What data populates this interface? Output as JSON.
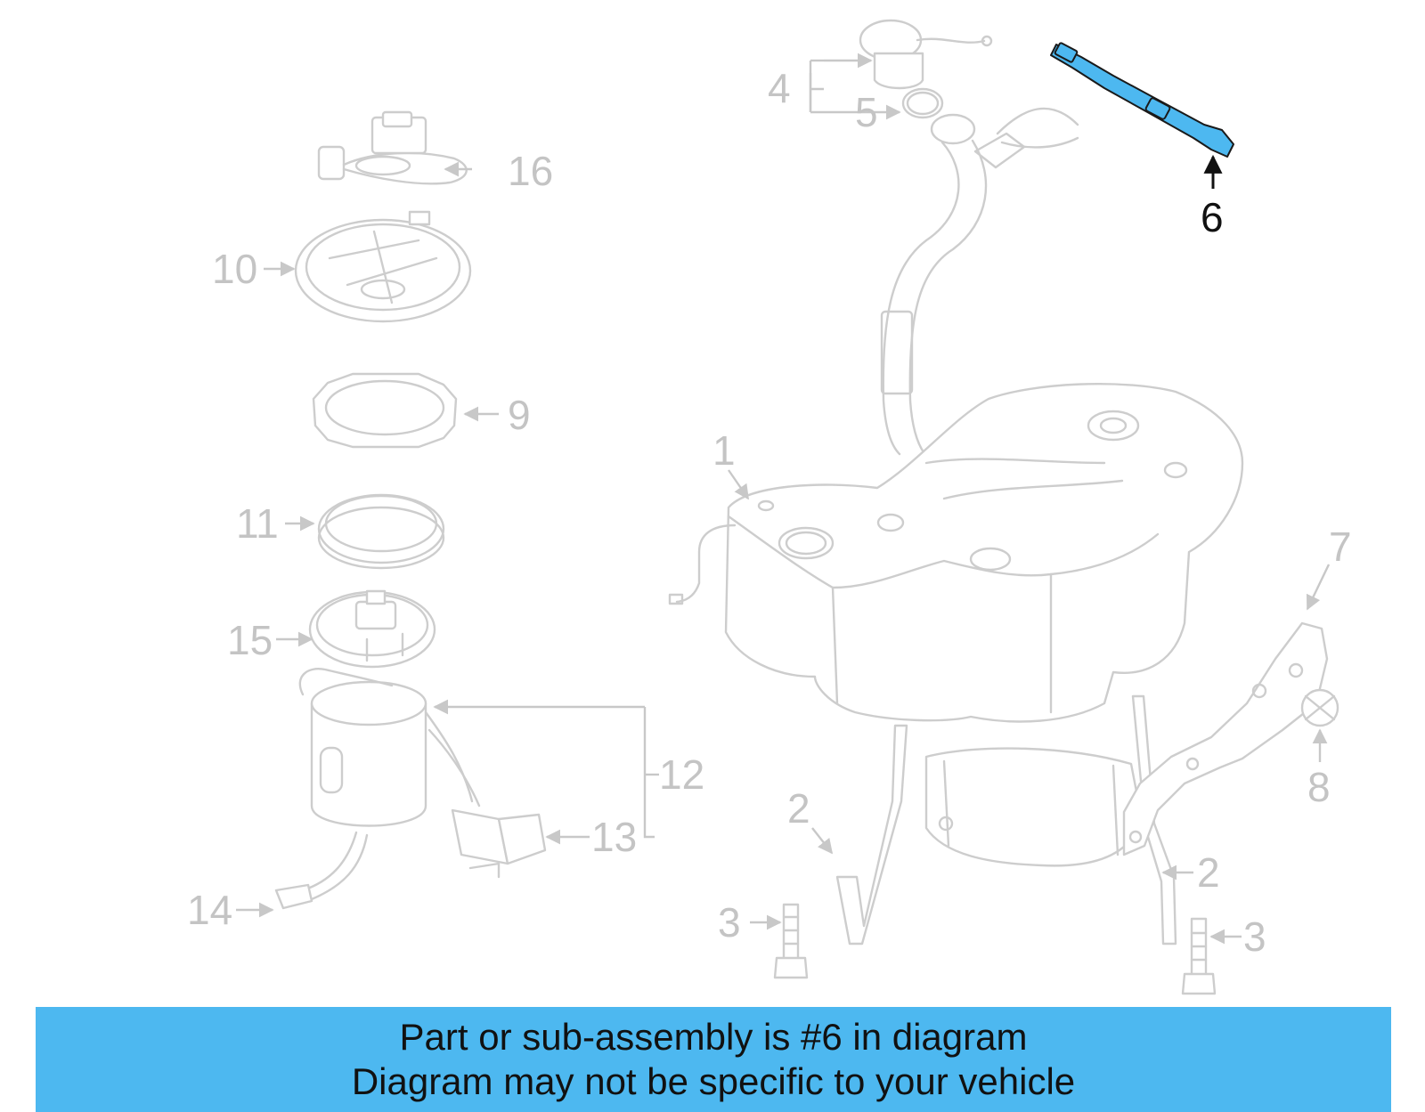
{
  "callouts": {
    "c1": "1",
    "c2a": "2",
    "c2b": "2",
    "c3a": "3",
    "c3b": "3",
    "c4": "4",
    "c5": "5",
    "c6": "6",
    "c7": "7",
    "c8": "8",
    "c9": "9",
    "c10": "10",
    "c11": "11",
    "c12": "12",
    "c13": "13",
    "c14": "14",
    "c15": "15",
    "c16": "16"
  },
  "highlight_color": "#4db8f0",
  "banner": {
    "line1": "Part or sub-assembly is #6 in diagram",
    "line2": "Diagram may not be specific to your vehicle"
  }
}
